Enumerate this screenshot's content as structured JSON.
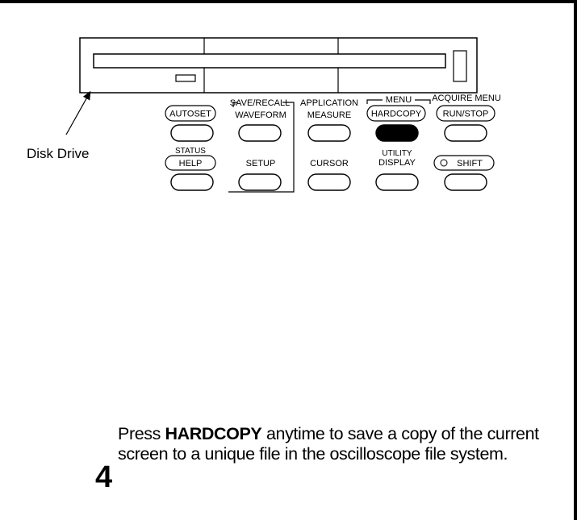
{
  "callout": {
    "disk_drive": "Disk Drive"
  },
  "group_labels": {
    "save_recall": "SAVE/RECALL",
    "application": "APPLICATION",
    "menu": "MENU",
    "acquire_menu": "ACQUIRE MENU"
  },
  "buttons": {
    "autoset": "AUTOSET",
    "status": "STATUS",
    "help": "HELP",
    "waveform": "WAVEFORM",
    "setup": "SETUP",
    "measure": "MEASURE",
    "cursor": "CURSOR",
    "hardcopy": "HARDCOPY",
    "utility": "UTILITY",
    "display": "DISPLAY",
    "run_stop": "RUN/STOP",
    "shift": "SHIFT"
  },
  "instruction": {
    "step_number": "4",
    "text_before": "Press ",
    "highlight": "HARDCOPY",
    "text_after": " anytime to save a copy of the current screen to a unique file in the oscilloscope file system."
  }
}
